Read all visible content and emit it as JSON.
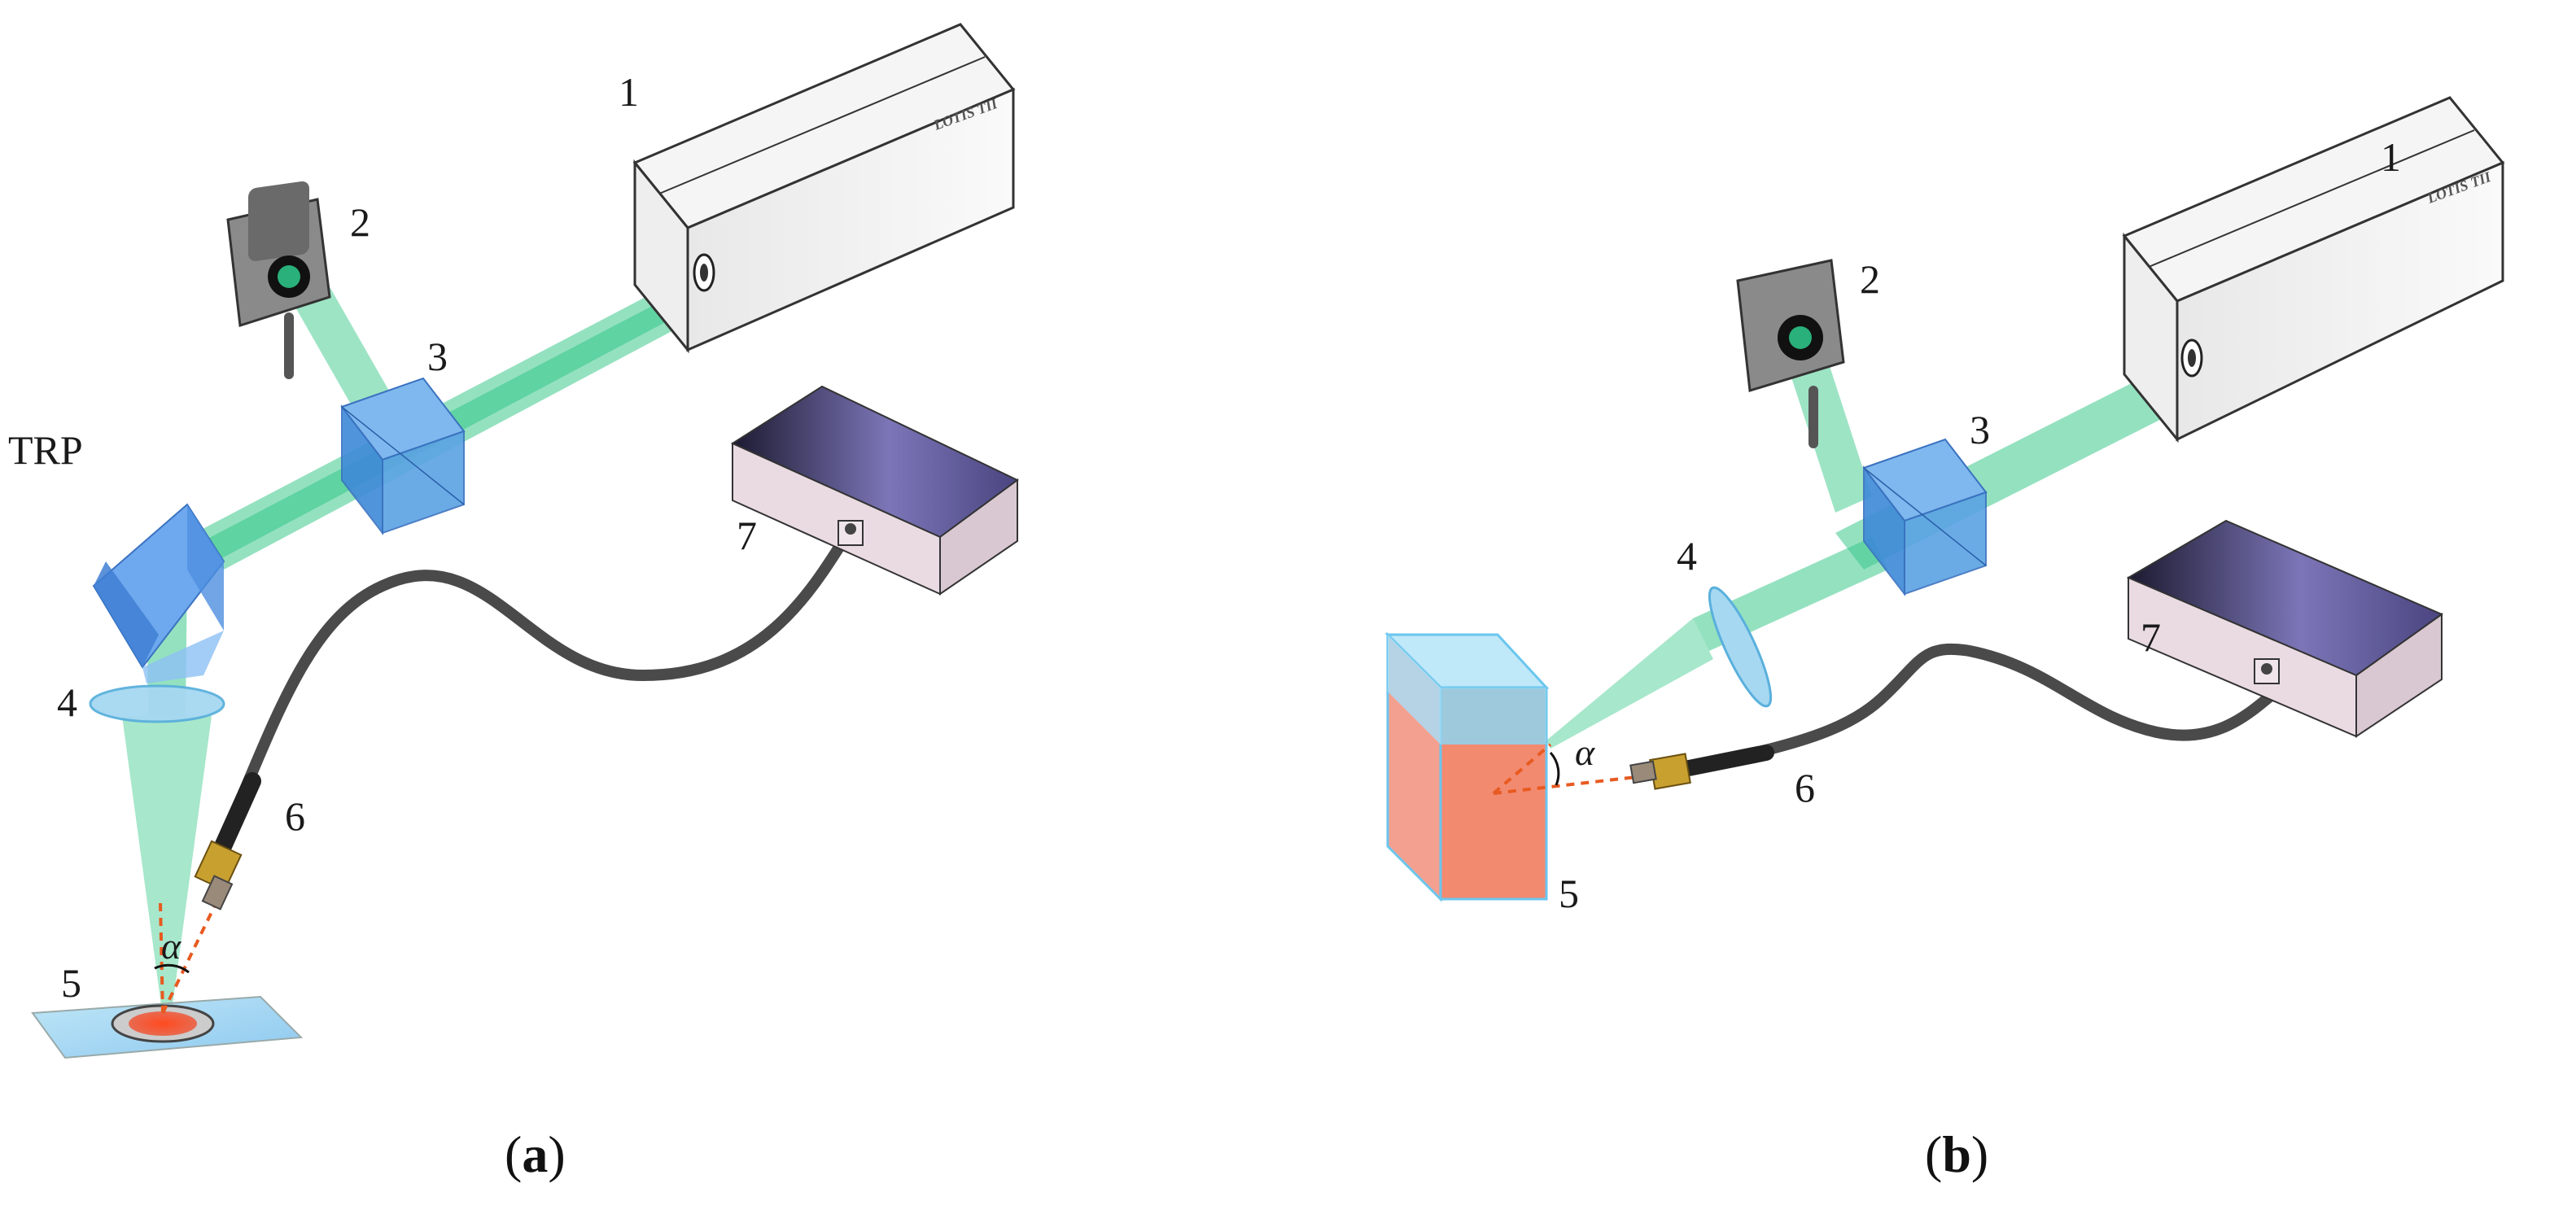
{
  "panel_a": {
    "labels": {
      "laser": "1",
      "detector": "2",
      "beamsplitter": "3",
      "prism": "TRP",
      "lens": "4",
      "sample": "5",
      "fiber": "6",
      "spectrometer": "7",
      "angle": "α"
    },
    "laser_brand": "LOTIS TII",
    "caption": "a"
  },
  "panel_b": {
    "labels": {
      "laser": "1",
      "detector": "2",
      "beamsplitter": "3",
      "lens": "4",
      "sample": "5",
      "fiber": "6",
      "spectrometer": "7",
      "angle": "α"
    },
    "laser_brand": "LOTIS TII",
    "caption": "b"
  },
  "colors": {
    "beam": "#3cc98c",
    "laser_body": "#f2f2f2",
    "cube": "#4a90d9",
    "spectrometer_top": "#6f67a8",
    "spectrometer_side": "#eadbe3",
    "fiber": "#4a4a4a",
    "connector": "#c8a030",
    "excitation_spot": "#e8442a",
    "cuvette_liquid": "#f28a70",
    "cuvette_glass": "#8fd4f0",
    "signal_line": "#e85a20"
  }
}
